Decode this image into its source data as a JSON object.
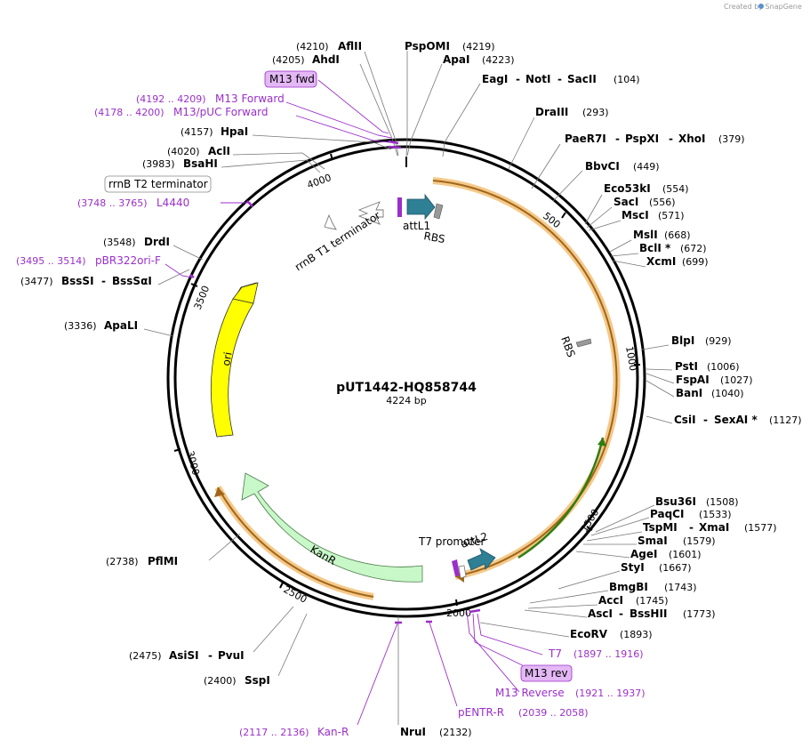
{
  "credit": "Created by SnapGene",
  "plasmid": {
    "name": "pUT1442-HQ858744",
    "size_label": "4224 bp"
  },
  "ticks": [
    "500",
    "1000",
    "1500",
    "2000",
    "2500",
    "3000",
    "3500",
    "4000"
  ],
  "features": {
    "attL1": "attL1",
    "rbs_top": "RBS",
    "rbs_right": "RBS",
    "rrnb_t1": "rrnB T1 terminator",
    "rrnb_t2": "rrnB T2 terminator",
    "t7_promoter": "T7 promoter",
    "attL2": "attL2",
    "kanr": "KanR",
    "ori": "ori"
  },
  "boxed_primers": {
    "m13_fwd": "M13 fwd",
    "m13_rev": "M13 rev"
  },
  "enzymes": [
    {
      "name": "AflII",
      "pos": "(4210)"
    },
    {
      "name": "AhdI",
      "pos": "(4205)"
    },
    {
      "name": "PspOMI",
      "pos": "(4219)"
    },
    {
      "name": "ApaI",
      "pos": "(4223)"
    },
    {
      "name": "EagI",
      "name2": "NotI",
      "name3": "SacII",
      "pos": "(104)"
    },
    {
      "name": "DraIII",
      "pos": "(293)"
    },
    {
      "name": "PaeR7I",
      "name2": "PspXI",
      "name3": "XhoI",
      "pos": "(379)"
    },
    {
      "name": "BbvCI",
      "pos": "(449)"
    },
    {
      "name": "Eco53kI",
      "pos": "(554)"
    },
    {
      "name": "SacI",
      "pos": "(556)"
    },
    {
      "name": "MscI",
      "pos": "(571)"
    },
    {
      "name": "MslI",
      "pos": "(668)"
    },
    {
      "name": "BclI *",
      "pos": "(672)"
    },
    {
      "name": "XcmI",
      "pos": "(699)"
    },
    {
      "name": "BlpI",
      "pos": "(929)"
    },
    {
      "name": "PstI",
      "pos": "(1006)"
    },
    {
      "name": "FspAI",
      "pos": "(1027)"
    },
    {
      "name": "BanI",
      "pos": "(1040)"
    },
    {
      "name": "CsiI",
      "name2": "SexAI *",
      "pos": "(1127)"
    },
    {
      "name": "Bsu36I",
      "pos": "(1508)"
    },
    {
      "name": "PaqCI",
      "pos": "(1533)"
    },
    {
      "name": "TspMI",
      "name2": "XmaI",
      "pos": "(1577)"
    },
    {
      "name": "SmaI",
      "pos": "(1579)"
    },
    {
      "name": "AgeI",
      "pos": "(1601)"
    },
    {
      "name": "StyI",
      "pos": "(1667)"
    },
    {
      "name": "BmgBI",
      "pos": "(1743)"
    },
    {
      "name": "AccI",
      "pos": "(1745)"
    },
    {
      "name": "AscI",
      "name2": "BssHII",
      "pos": "(1773)"
    },
    {
      "name": "EcoRV",
      "pos": "(1893)"
    },
    {
      "name": "NruI",
      "pos": "(2132)"
    },
    {
      "name": "SspI",
      "pos": "(2400)"
    },
    {
      "name": "AsiSI",
      "name2": "PvuI",
      "pos": "(2475)"
    },
    {
      "name": "PflMI",
      "pos": "(2738)"
    },
    {
      "name": "ApaLI",
      "pos": "(3336)"
    },
    {
      "name": "BssSI",
      "name2": "BssSαI",
      "pos": "(3477)"
    },
    {
      "name": "DrdI",
      "pos": "(3548)"
    },
    {
      "name": "BsaHI",
      "pos": "(3983)"
    },
    {
      "name": "AclI",
      "pos": "(4020)"
    },
    {
      "name": "HpaI",
      "pos": "(4157)"
    }
  ],
  "primers": [
    {
      "name": "M13 Forward",
      "pos": "(4192 .. 4209)"
    },
    {
      "name": "M13/pUC Forward",
      "pos": "(4178 .. 4200)"
    },
    {
      "name": "L4440",
      "pos": "(3748 .. 3765)"
    },
    {
      "name": "pBR322ori-F",
      "pos": "(3495 .. 3514)"
    },
    {
      "name": "T7",
      "pos": "(1897 .. 1916)"
    },
    {
      "name": "M13 Reverse",
      "pos": "(1921 .. 1937)"
    },
    {
      "name": "pENTR-R",
      "pos": "(2039 .. 2058)"
    },
    {
      "name": "Kan-R",
      "pos": "(2117 .. 2136)"
    }
  ],
  "colors": {
    "orf": "#f5c98a",
    "orf_line": "#c8841e",
    "ori": "#ffff00",
    "kanr": "#c8f7c8",
    "att": "#2f7f95",
    "primer": "#9b2fc9",
    "primer_box": "#e3b8f5",
    "green_orf": "#3a9a1a"
  }
}
